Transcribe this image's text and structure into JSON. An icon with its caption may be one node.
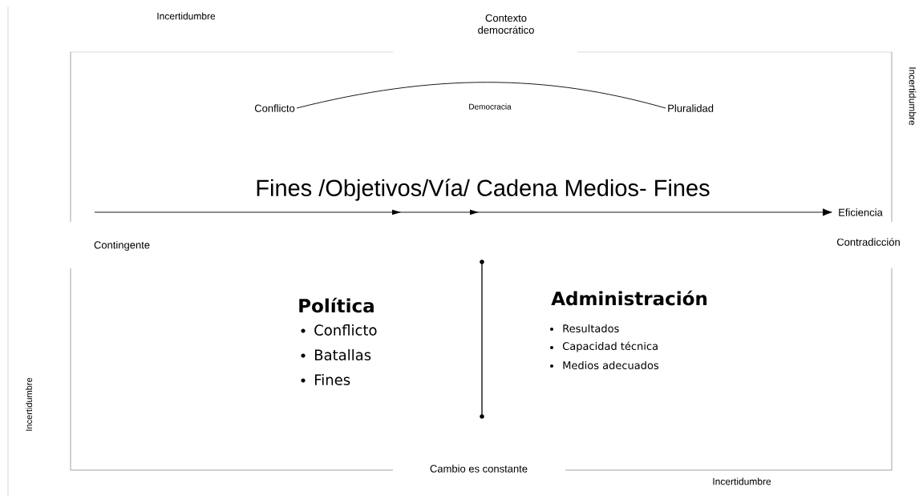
{
  "diagram": {
    "nodes": [
      {
        "text": [
          "Conflicto"
        ]
      },
      {
        "text": [
          "Pluralidad"
        ]
      },
      {
        "text": [
          "Eficiencia"
        ]
      }
    ],
    "edges": [
      {
        "from": 0,
        "to": 1,
        "arrow": "none",
        "label": "Democracia"
      },
      {
        "from": null,
        "to": 2,
        "arrow": "to"
      }
    ],
    "labels": [
      "Incertidumbre",
      "Contexto democrático",
      "Incertidumbre",
      "Fines /Objetivos/Vía/ Cadena Medios- Fines",
      "Contingente",
      "Contradicción",
      "Política",
      "Conflicto",
      "Batallas",
      "Fines",
      "Administración",
      "Resultados",
      "Capacidad técnica",
      "Medios adecuados",
      "Incertidumbre",
      "Cambio es constante",
      "Incertidumbre"
    ]
  }
}
